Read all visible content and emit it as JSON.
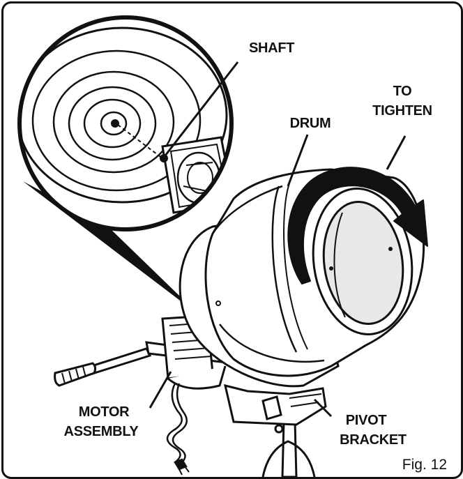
{
  "labels": {
    "shaft": "SHAFT",
    "to_tighten_line1": "TO",
    "to_tighten_line2": "TIGHTEN",
    "drum": "DRUM",
    "motor_line1": "MOTOR",
    "motor_line2": "ASSEMBLY",
    "pivot_line1": "PIVOT",
    "pivot_line2": "BRACKET",
    "figure": "Fig. 12"
  },
  "colors": {
    "ink": "#111111",
    "drum_interior": "#e8e8e8",
    "background": "#ffffff"
  },
  "icons": {
    "rotation_arrow": "curved-arrow-clockwise"
  }
}
